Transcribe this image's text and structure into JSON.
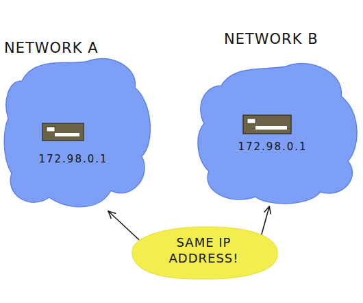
{
  "diagram": {
    "nodes": [
      {
        "text": [
          "NETWORK A",
          "172.98.0.1"
        ]
      },
      {
        "text": [
          "NETWORK B",
          "172.98.0.1"
        ]
      },
      {
        "text": [
          "SAME IP ADDRESS!"
        ]
      }
    ],
    "edges": [
      {
        "from": 2,
        "to": 0,
        "arrow": "to"
      },
      {
        "from": 2,
        "to": 1,
        "arrow": "to"
      }
    ]
  }
}
